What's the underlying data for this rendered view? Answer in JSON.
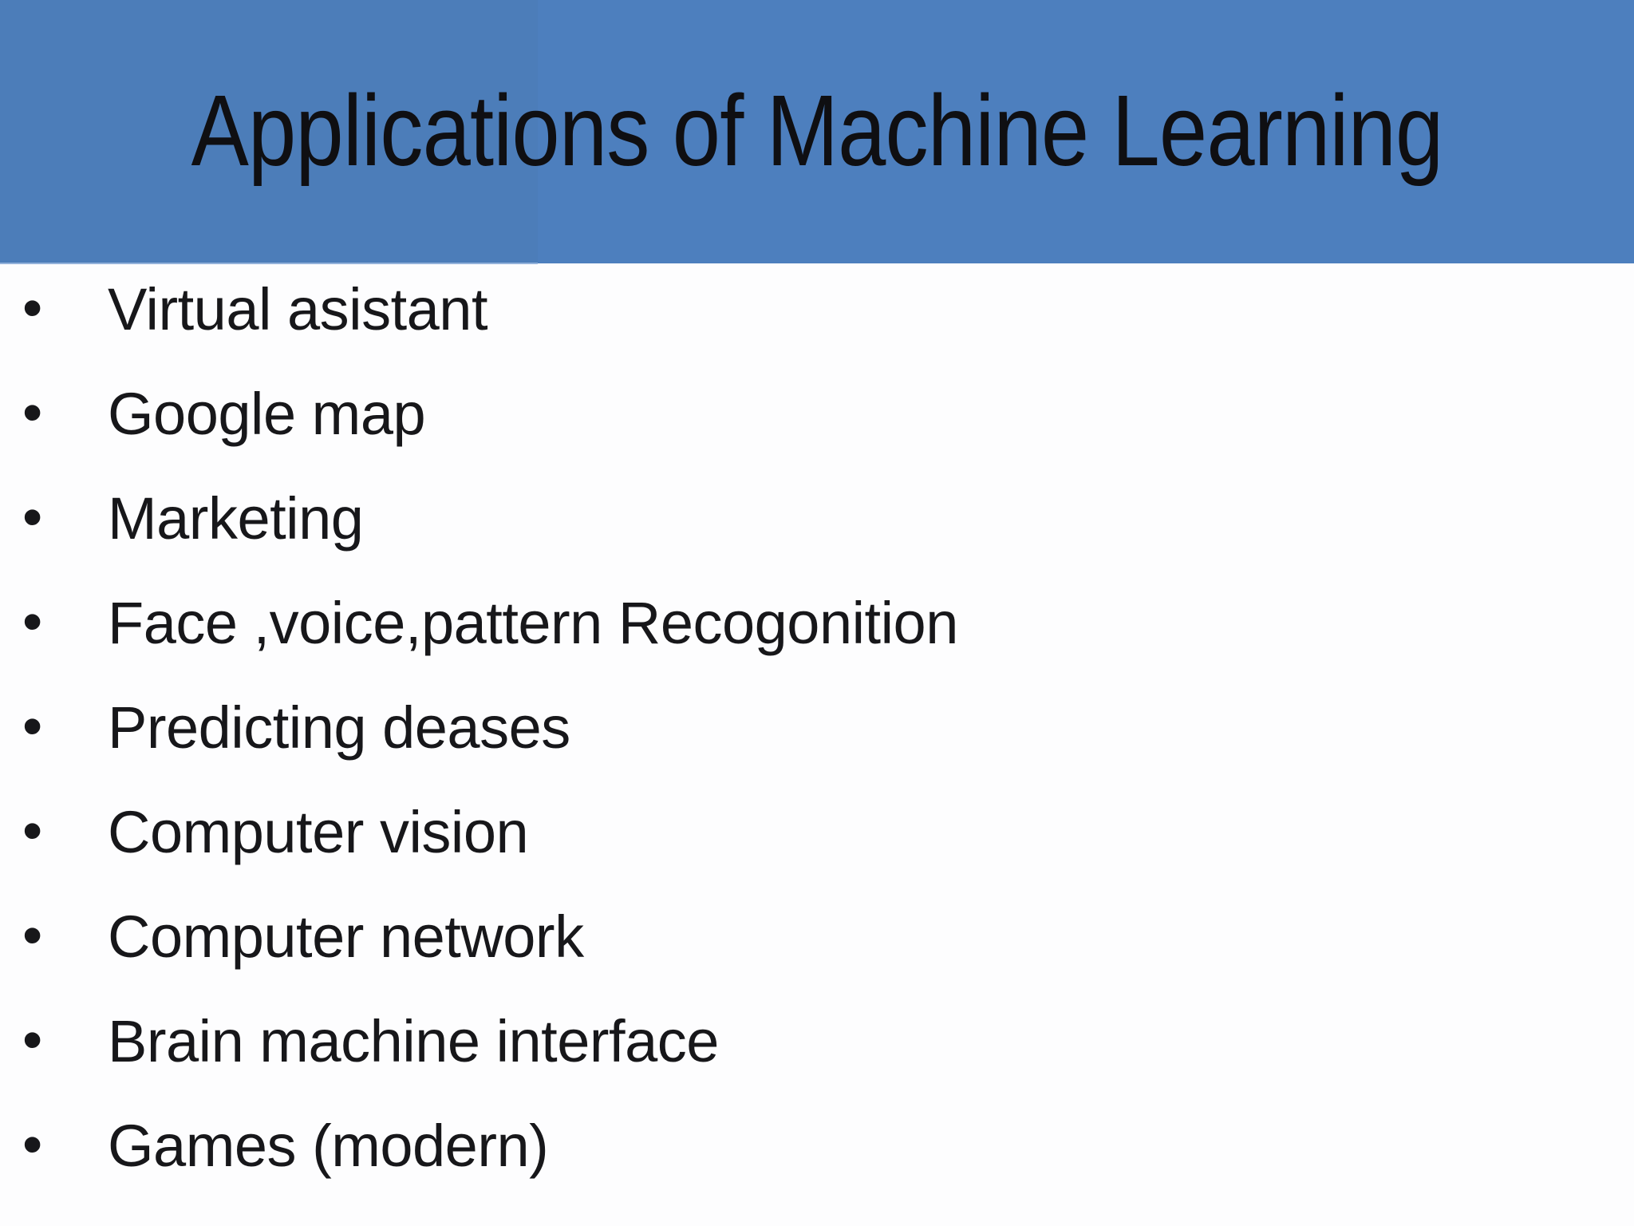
{
  "slide": {
    "title": "Applications of Machine Learning"
  },
  "bullets": {
    "glyph": "•",
    "items": [
      "Virtual asistant",
      "Google map",
      "Marketing",
      "Face ,voice,pattern Recogonition",
      "Predicting deases",
      "Computer vision",
      "Computer network",
      "Brain machine interface",
      "Games (modern)"
    ]
  },
  "colors": {
    "header_bg": "#4d7fbe",
    "header_bg_left": "#4c7db9",
    "seam_line": "#93b2da",
    "title_text": "#0f0f12",
    "body_text": "#17171a",
    "background": "#fdfdfe"
  }
}
